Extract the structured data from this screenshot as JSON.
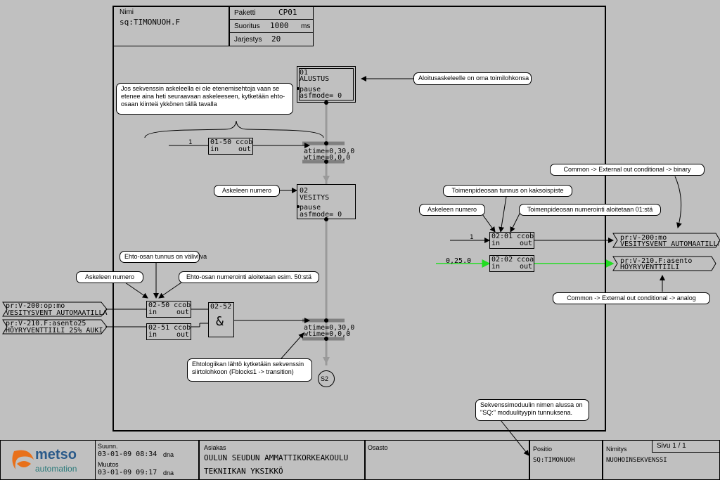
{
  "header": {
    "name_label": "Nimi",
    "name_value": "sq:TIMONUOH.F",
    "package_label": "Paketti",
    "package_value": "CP01",
    "exec_label": "Suoritus",
    "exec_value": "1000",
    "exec_unit": "ms",
    "order_label": "Jarjestys",
    "order_value": "20"
  },
  "steps": [
    {
      "num": "01",
      "name": "ALUSTUS",
      "pause": "pause",
      "asf": "asfmode= 0"
    },
    {
      "num": "02",
      "name": "VESITYS",
      "pause": "pause",
      "asf": "asfmode= 0"
    }
  ],
  "transitions": [
    {
      "atime": "atime=0,30,0",
      "wtime": "wtime=0,0,0"
    },
    {
      "atime": "atime=0,30,0",
      "wtime": "wtime=0,0,0"
    }
  ],
  "blocks": {
    "b0150": {
      "title": "01-50 ccob",
      "in": "in",
      "out": "out",
      "input": "1"
    },
    "b0250": {
      "title": "02-50 ccob",
      "in": "in",
      "out": "out"
    },
    "b0251": {
      "title": "02-51 ccob",
      "in": "in",
      "out": "out"
    },
    "and": {
      "title": "02-52",
      "symbol": "&"
    },
    "b0201": {
      "title": "02:01 ccob",
      "in": "in",
      "out": "out",
      "input": "1"
    },
    "b0202": {
      "title": "02:02 ccoa",
      "in": "in",
      "out": "out",
      "input": "0,25.0"
    }
  },
  "final_step": "S2",
  "input_tags": [
    {
      "line1": "pr:V-200:op:mo",
      "line2": "VESITYSVENT AUTOMAATILLA"
    },
    {
      "line1": "pr:V-210.F:asento25",
      "line2": "HÖYRYVENTTIILI 25% AUKI"
    }
  ],
  "output_tags": [
    {
      "line1": "pr:V-200:mo",
      "line2": "VESITYSVENT AUTOMAATILLE"
    },
    {
      "line1": "pr:V-210.F:asento",
      "line2": "HÖYRYVENTTIILI"
    }
  ],
  "callouts": {
    "init_step": "Aloitusaskeleelle on oma toimilohkonsa",
    "no_conditions": "Jos sekvenssin askeleella ei ole etenemisehtoja vaan se etenee aina heti seuraavaan askeleeseen, kytketään ehto-osaan kiinteä ykkönen tällä tavalla",
    "step_number1": "Askeleen numero",
    "condition_id": "Ehto-osan tunnus on väliviiva",
    "step_number2": "Askeleen numero",
    "condition_numbering": "Ehto-osan numerointi aloitetaan esim. 50:stä",
    "condition_logic": "Ehtologiikan lähtö kytketään sekvenssin siirtolohkoon (Fblocks1 -> transition)",
    "action_id": "Toimenpideosan tunnus on kaksoispiste",
    "step_number3": "Askeleen numero",
    "action_numbering": "Toimenpideosan numerointi aloitetaan 01:stä",
    "common_binary": "Common -> External out conditional -> binary",
    "common_analog": "Common -> External out conditional -> analog",
    "module_name": "Sekvenssimoduulin nimen alussa on \"SQ:\" moduulityypin tunnuksena."
  },
  "title_block": {
    "logo_name": "metso",
    "logo_sub": "automation",
    "suunn_label": "Suunn.",
    "suunn_value": "03-01-09 08:34",
    "suunn_by": "dna",
    "muutos_label": "Muutos",
    "muutos_value": "03-01-09 09:17",
    "muutos_by": "dna",
    "asiakas_label": "Asiakas",
    "asiakas_line1": "OULUN SEUDUN AMMATTIKORKEAKOULU",
    "asiakas_line2": "TEKNIIKAN YKSIKKÖ",
    "osasto_label": "Osasto",
    "positio_label": "Positio",
    "positio_value": "SQ:TIMONUOH",
    "nimitys_label": "Nimitys",
    "nimitys_value": "NUOHOINSEKVENSSI",
    "sivu_value": "Sivu 1 / 1"
  },
  "colors": {
    "analog_wire": "#22dd22",
    "chain": "#9a9a9a",
    "callout_bg": "#ffffff"
  }
}
